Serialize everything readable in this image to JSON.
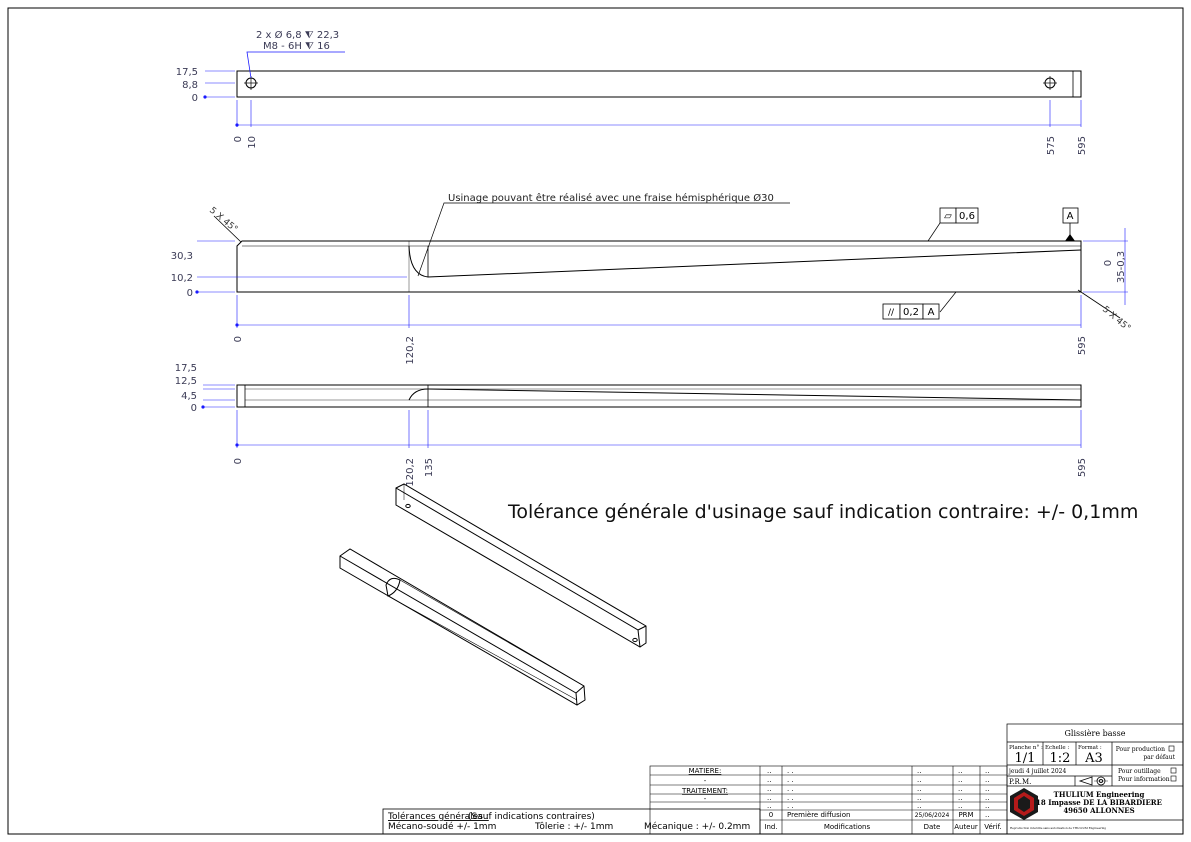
{
  "view_top": {
    "hole_callout_1": "2 x Ø 6,8 ⧨ 22,3",
    "hole_callout_2": "M8 - 6H ⧨ 16",
    "v_dims": [
      "17,5",
      "8,8",
      "0"
    ],
    "h_dims": [
      "0",
      "10",
      "575",
      "595"
    ]
  },
  "view_front": {
    "note": "Usinage pouvant être réalisé avec une fraise hémisphérique Ø30",
    "chamfer_left": "5 X 45°",
    "chamfer_right": "5 X 45°",
    "v_dims": [
      "30,3",
      "10,2",
      "0"
    ],
    "right_dim_0": "0",
    "right_dim_tol": "35-0,3",
    "h_dims": [
      "0",
      "120,2",
      "595"
    ],
    "flatness_symbol": "▱",
    "flatness_value": "0,6",
    "parallel_symbol": "//",
    "parallel_value": "0,2",
    "parallel_datum": "A",
    "datum_label": "A"
  },
  "view_bottom": {
    "v_dims": [
      "17,5",
      "12,5",
      "4,5",
      "0"
    ],
    "h_dims": [
      "0",
      "120,2",
      "135",
      "595"
    ]
  },
  "general_tolerance": "Tolérance générale d'usinage sauf indication contraire: +/-  0,1mm",
  "tolerances_block": {
    "title": "Tolérances générales :",
    "subtitle": "(Sauf indications contraires)",
    "welded": "Mécano-soudé +/- 1mm",
    "sheet": "Tôlerie : +/- 1mm",
    "mechanical": "Mécanique : +/- 0.2mm"
  },
  "revision_table": {
    "matiere_label": "MATIERE:",
    "traitement_label": "TRAITEMENT:",
    "placeholder": "..",
    "placeholder2": ". .",
    "placeholder3": "-",
    "row": {
      "ind": "0",
      "modif": "Première diffusion",
      "date": "25/06/2024",
      "auteur": "PRM",
      "verif": ".."
    },
    "headers": {
      "ind": "Ind.",
      "modif": "Modifications",
      "date": "Date",
      "auteur": "Auteur",
      "verif": "Vérif."
    }
  },
  "title_block": {
    "title": "Glissière basse",
    "planche_label": "Planche n° :",
    "planche_value": "1/1",
    "echelle_label": "Echelle :",
    "echelle_value": "1:2",
    "format_label": "Format :",
    "format_value": "A3",
    "pour_production": "Pour production",
    "par_defaut": "par défaut",
    "pour_outillage": "Pour outillage",
    "pour_information": "Pour information",
    "date_text": "jeudi 4 juillet 2024",
    "author": "P.R.M.",
    "company": "THULIUM Engineering",
    "address1": "18 Impasse DE LA BIBARDIERE",
    "address2": "49650 ALLONNES",
    "legal": "Reproduction interdite sans autorisation de THULIUM Engineering"
  }
}
